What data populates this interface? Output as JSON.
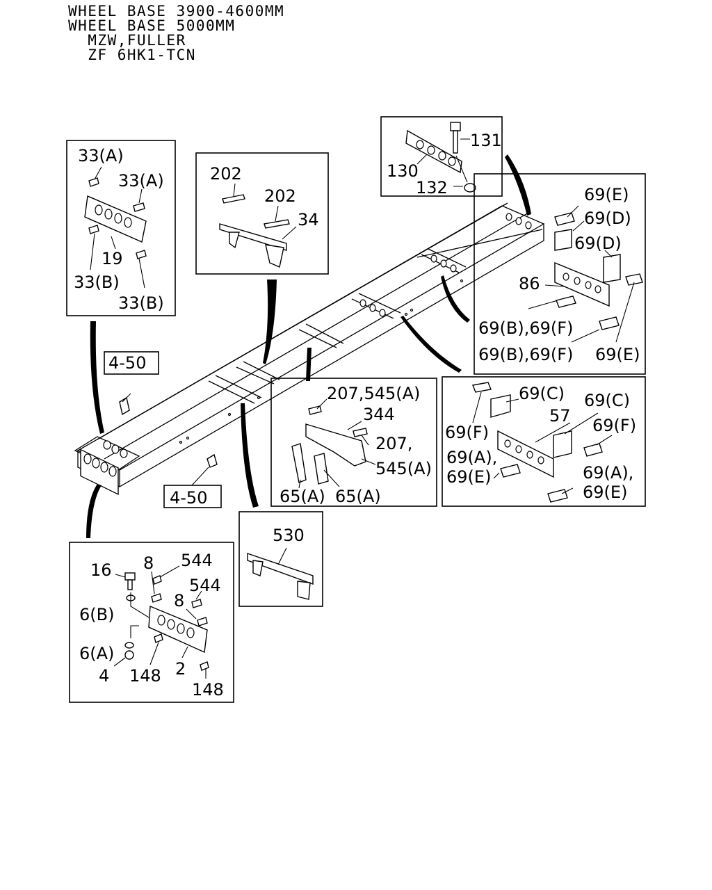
{
  "header": {
    "lines": [
      "WHEEL BASE 3900-4600MM",
      "WHEEL BASE 5000MM",
      "  MZW,FULLER",
      "  ZF 6HK1-TCN"
    ]
  },
  "labels": {
    "box1": [
      "33(A)",
      "33(A)",
      "19",
      "33(B)",
      "33(B)"
    ],
    "box2": [
      "202",
      "202",
      "34"
    ],
    "box3": [
      "131",
      "130",
      "132"
    ],
    "box4": [
      "69(E)",
      "69(D)",
      "69(D)",
      "86",
      "69(B),69(F)",
      "69(B),69(F)",
      "69(E)"
    ],
    "ref1": "4-50",
    "ref2": "4-50",
    "box5": [
      "207,545(A)",
      "344",
      "207,",
      "545(A)",
      "65(A)",
      "65(A)"
    ],
    "box6": [
      "69(C)",
      "69(C)",
      "69(F)",
      "57",
      "69(F)",
      "69(A),",
      "69(E)",
      "69(A),",
      "69(E)"
    ],
    "box7": [
      "530"
    ],
    "box8": [
      "16",
      "8",
      "544",
      "544",
      "8",
      "6(B)",
      "6(A)",
      "4",
      "148",
      "2",
      "148"
    ]
  }
}
